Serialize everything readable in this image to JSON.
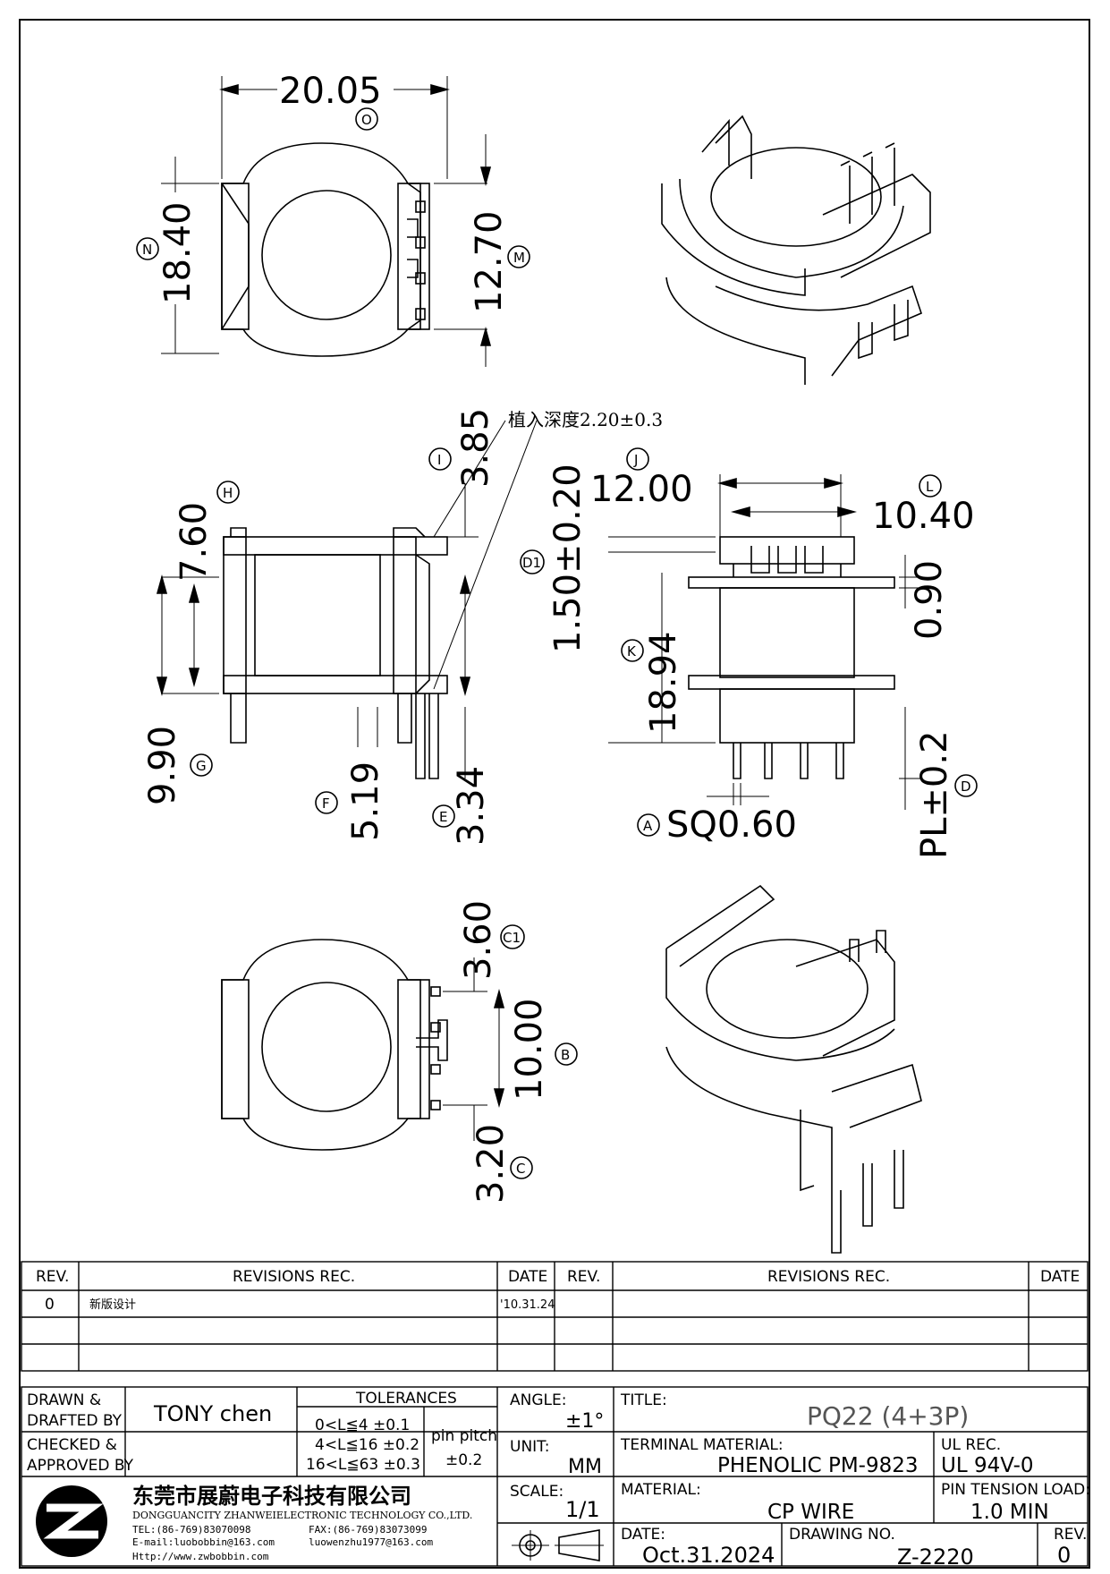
{
  "dimensions": {
    "A": "SQ0.60",
    "B": "10.00",
    "C": "3.20",
    "C1": "3.60",
    "D": "PL±0.2",
    "D1": "1.50±0.20",
    "E": "3.34",
    "F": "5.19",
    "G": "9.90",
    "H": "7.60",
    "I": "3.85",
    "J": "12.00",
    "K": "18.94",
    "L": "10.40",
    "M": "12.70",
    "N": "18.40",
    "O": "20.05",
    "L_small": "0.90"
  },
  "markers": {
    "A": "A",
    "B": "B",
    "C": "C",
    "C1": "C1",
    "D": "D",
    "D1": "D1",
    "E": "E",
    "F": "F",
    "G": "G",
    "H": "H",
    "I": "I",
    "J": "J",
    "K": "K",
    "L": "L",
    "M": "M",
    "N": "N",
    "O": "O"
  },
  "note": "植入深度2.20±0.3",
  "revisions": {
    "headers": {
      "rev": "REV.",
      "rec": "REVISIONS   REC.",
      "date": "DATE"
    },
    "rows": [
      {
        "rev": "0",
        "rec": "新版设计",
        "date": "'10.31.24"
      }
    ]
  },
  "title_block": {
    "drawn_label": "DRAWN &",
    "drafted_label": "DRAFTED BY",
    "drawn_by": "TONY chen",
    "checked_label": "CHECKED &",
    "approved_label": "APPROVED BY",
    "tolerances_label": "TOLERANCES",
    "tol1": "0<L≦4   ±0.1",
    "tol2": "4<L≦16  ±0.2",
    "tol3": "16<L≦63  ±0.3",
    "pin_pitch_label": "pin pitch",
    "pin_pitch": "±0.2",
    "angle_label": "ANGLE:",
    "angle": "±1°",
    "unit_label": "UNIT:",
    "unit": "MM",
    "scale_label": "SCALE:",
    "scale": "1/1",
    "title_label": "TITLE:",
    "title": "PQ22 (4+3P)",
    "terminal_material_label": "TERMINAL MATERIAL:",
    "terminal_material": "PHENOLIC PM-9823",
    "ul_label": "UL REC.",
    "ul": "UL 94V-0",
    "material_label": "MATERIAL:",
    "material": "CP WIRE",
    "pin_tension_label": "PIN TENSION LOAD:",
    "pin_tension": "1.0 MIN",
    "date_label": "DATE:",
    "date": "Oct.31.2024",
    "drawing_no_label": "DRAWING NO.",
    "drawing_no": "Z-2220",
    "rev_label": "REV.",
    "rev": "0"
  },
  "company": {
    "name_cn": "东莞市展蔚电子科技有限公司",
    "name_en": "DONGGUANCITY ZHANWEIELECTRONIC TECHNOLOGY CO.,LTD.",
    "tel": "TEL:(86-769)83070098",
    "fax": "FAX:(86-769)83073099",
    "email": "E-mail:luobobbin@163.com",
    "email2": "luowenzhu1977@163.com",
    "web": "Http://www.zwbobbin.com"
  }
}
